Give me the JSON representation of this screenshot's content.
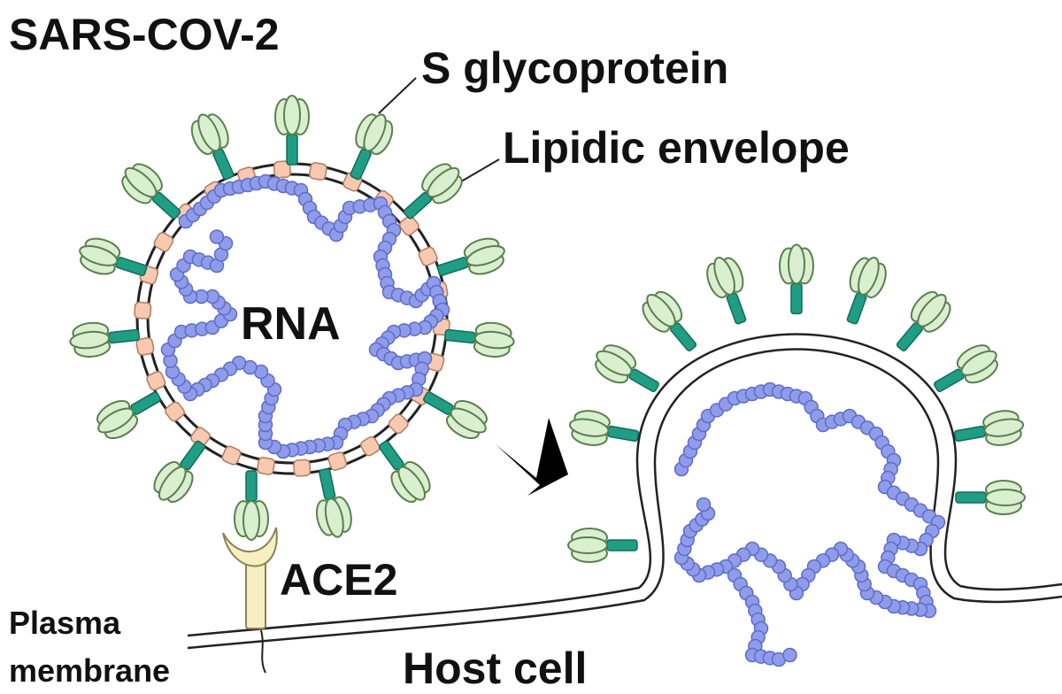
{
  "labels": {
    "title": "SARS-COV-2",
    "s_glycoprotein": "S glycoprotein",
    "lipidic_envelope": "Lipidic envelope",
    "rna": "RNA",
    "ace2": "ACE2",
    "plasma_line1": "Plasma",
    "plasma_line2": "membrane",
    "host_cell": "Host cell"
  },
  "colors": {
    "spike_head": "#d9efd0",
    "spike_outline": "#5a7f4e",
    "spike_stalk": "#1f9e84",
    "rna_bead": "#8f9cea",
    "rna_outline": "#5f6cc8",
    "membrane_protein": "#f8c9b0",
    "membrane_protein_outline": "#b07b62",
    "ace2_fill": "#f6efc2",
    "ace2_outline": "#8b8152",
    "line": "#222222",
    "arrow": "#000000"
  }
}
